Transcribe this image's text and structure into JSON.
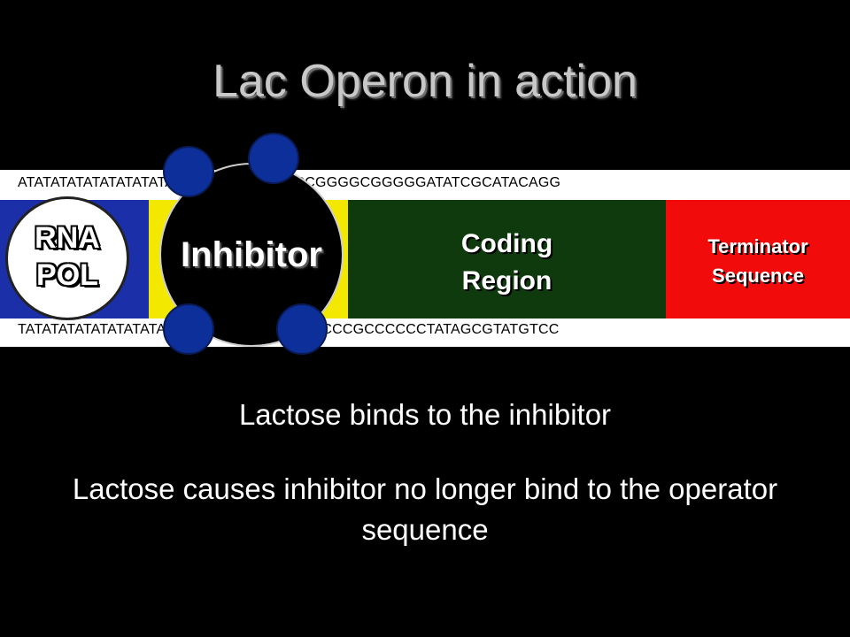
{
  "title": "Lac Operon in action",
  "dna": {
    "top_strand": "ATATATATATATATATATATATGATGGGGGGCCGGGGCGGGGGATATCGCATACAGG",
    "bottom_strand": "TATATATATATATATATATATACTACCCCCCGGCCCCGCCCCCCTATAGCGTATGTCC"
  },
  "segments": {
    "coding_line1": "Coding",
    "coding_line2": "Region",
    "terminator_line1": "Terminator",
    "terminator_line2": "Sequence"
  },
  "rna_pol": {
    "line1": "RNA",
    "line2": "POL"
  },
  "inhibitor": {
    "label": "Inhibitor"
  },
  "captions": {
    "line1": "Lactose binds to the inhibitor",
    "line2": "Lactose causes inhibitor no longer bind to the operator sequence"
  },
  "colors": {
    "promoter": "#1a2fa8",
    "operator": "#f2e800",
    "coding": "#0e3a0e",
    "terminator": "#f10b0b",
    "binding_site": "#0c2f9a"
  }
}
